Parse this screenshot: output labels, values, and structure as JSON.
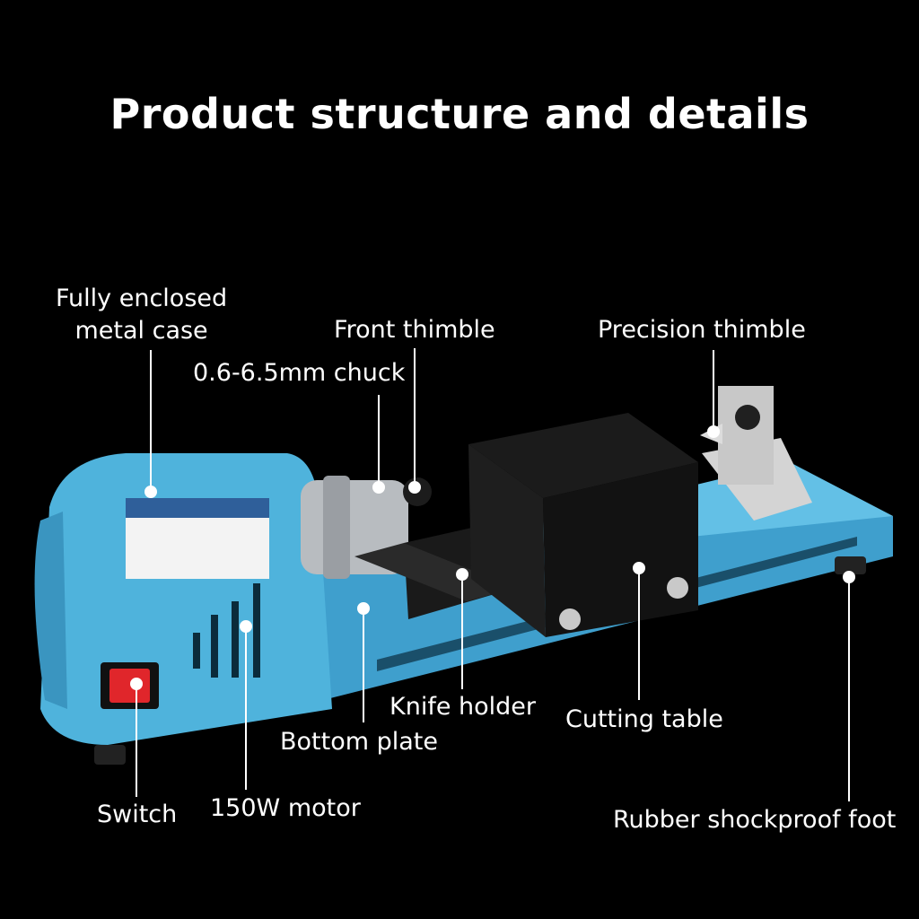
{
  "title": "Product structure and details",
  "labels": {
    "metal_case_line1": "Fully enclosed",
    "metal_case_line2": "metal case",
    "front_thimble": "Front thimble",
    "precision_thimble": "Precision thimble",
    "chuck": "0.6-6.5mm chuck",
    "knife_holder": "Knife holder",
    "cutting_table": "Cutting table",
    "bottom_plate": "Bottom plate",
    "switch": "Switch",
    "motor": "150W motor",
    "rubber_foot": "Rubber shockproof foot"
  },
  "colors": {
    "background": "#000000",
    "case_blue": "#4fb3dc",
    "cover_black": "#151515",
    "switch_red": "#e0262b",
    "leader_line": "#ffffff"
  }
}
